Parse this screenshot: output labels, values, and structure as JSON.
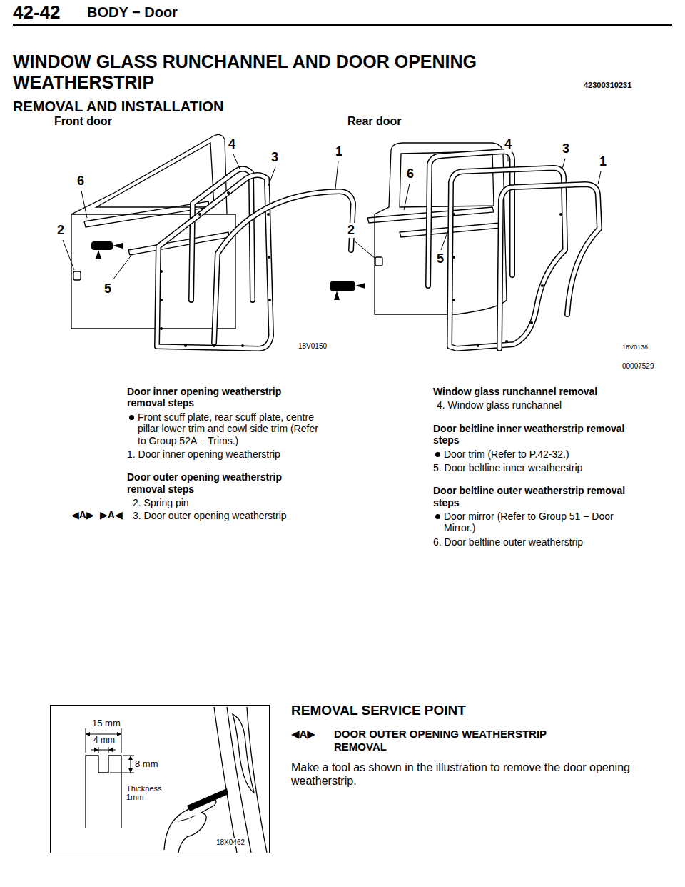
{
  "diagram": {
    "title": "WINDOW GLASS RUNCHANNEL AND DOOR OPENING WEATHERSTRIP",
    "nodes": [
      {
        "text": [
          "15 mm",
          "4 mm",
          "8 mm",
          "Thickness 1mm",
          "18X0462"
        ]
      }
    ],
    "labels": [
      "42-42",
      "BODY − Door",
      "42300310231",
      "REMOVAL AND INSTALLATION",
      "Front door",
      "Rear door",
      "4",
      "3",
      "1",
      "6",
      "2",
      "5",
      "4",
      "3",
      "1",
      "6",
      "2",
      "5",
      "18V0150",
      "18V0138",
      "00007529",
      "Door inner opening weatherstrip removal steps",
      "Front scuff plate, rear scuff plate, centre pillar lower trim and cowl side trim (Refer to Group 52A − Trims.)",
      "1. Door inner opening weatherstrip",
      "Door outer opening weatherstrip removal steps",
      "2. Spring pin",
      "◀A▶",
      "▶A◀",
      "3. Door outer opening weatherstrip",
      "Window glass runchannel removal",
      "4. Window glass runchannel",
      "Door beltline inner weatherstrip removal steps",
      "Door trim (Refer to P.42-32.)",
      "5. Door beltline inner weatherstrip",
      "Door beltline outer weatherstrip removal steps",
      "Door mirror (Refer to Group 51 − Door Mirror.)",
      "6. Door beltline outer weatherstrip",
      "REMOVAL SERVICE POINT",
      "◀A▶",
      "DOOR OUTER OPENING WEATHERSTRIP REMOVAL",
      "Make a tool as shown in the illustration to remove the door opening weatherstrip."
    ]
  }
}
